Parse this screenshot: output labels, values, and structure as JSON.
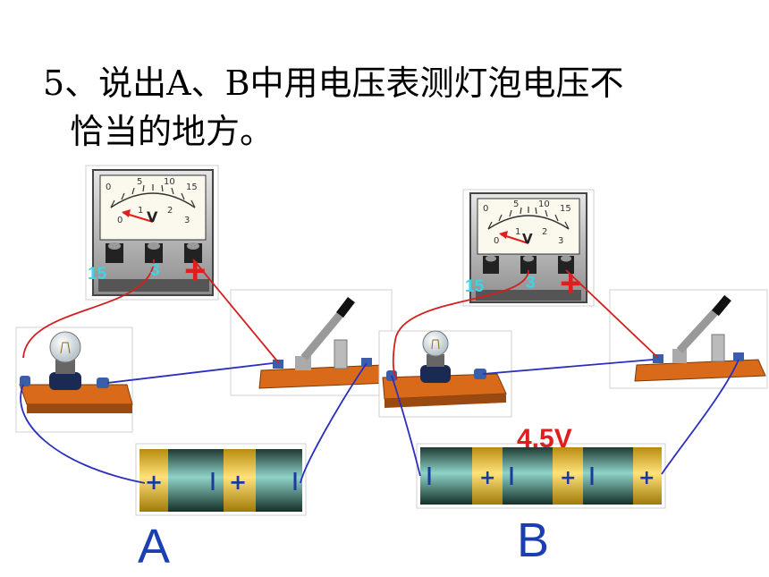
{
  "question": {
    "line1": "5、说出A、B中用电压表测灯泡电压不",
    "line2": "恰当的地方。"
  },
  "circuit_a": {
    "caption": "A",
    "meter_terminals": {
      "left": "15",
      "middle": "3",
      "right": "+"
    }
  },
  "circuit_b": {
    "caption": "B",
    "battery_label": "4.5V",
    "meter_terminals": {
      "left": "15",
      "middle": "3",
      "right": "+"
    }
  },
  "meter_face": {
    "unit": "V",
    "upper_scale": [
      "0",
      "5",
      "10",
      "15"
    ],
    "lower_scale": [
      "0",
      "1",
      "2",
      "3"
    ]
  },
  "colors": {
    "caption_blue": "#1b3fb0",
    "wire_red": "#d41f1f",
    "wire_blue": "#2b2fbf",
    "terminal_cyan": "#3fd3e6",
    "board_orange": "#d96a1a"
  }
}
